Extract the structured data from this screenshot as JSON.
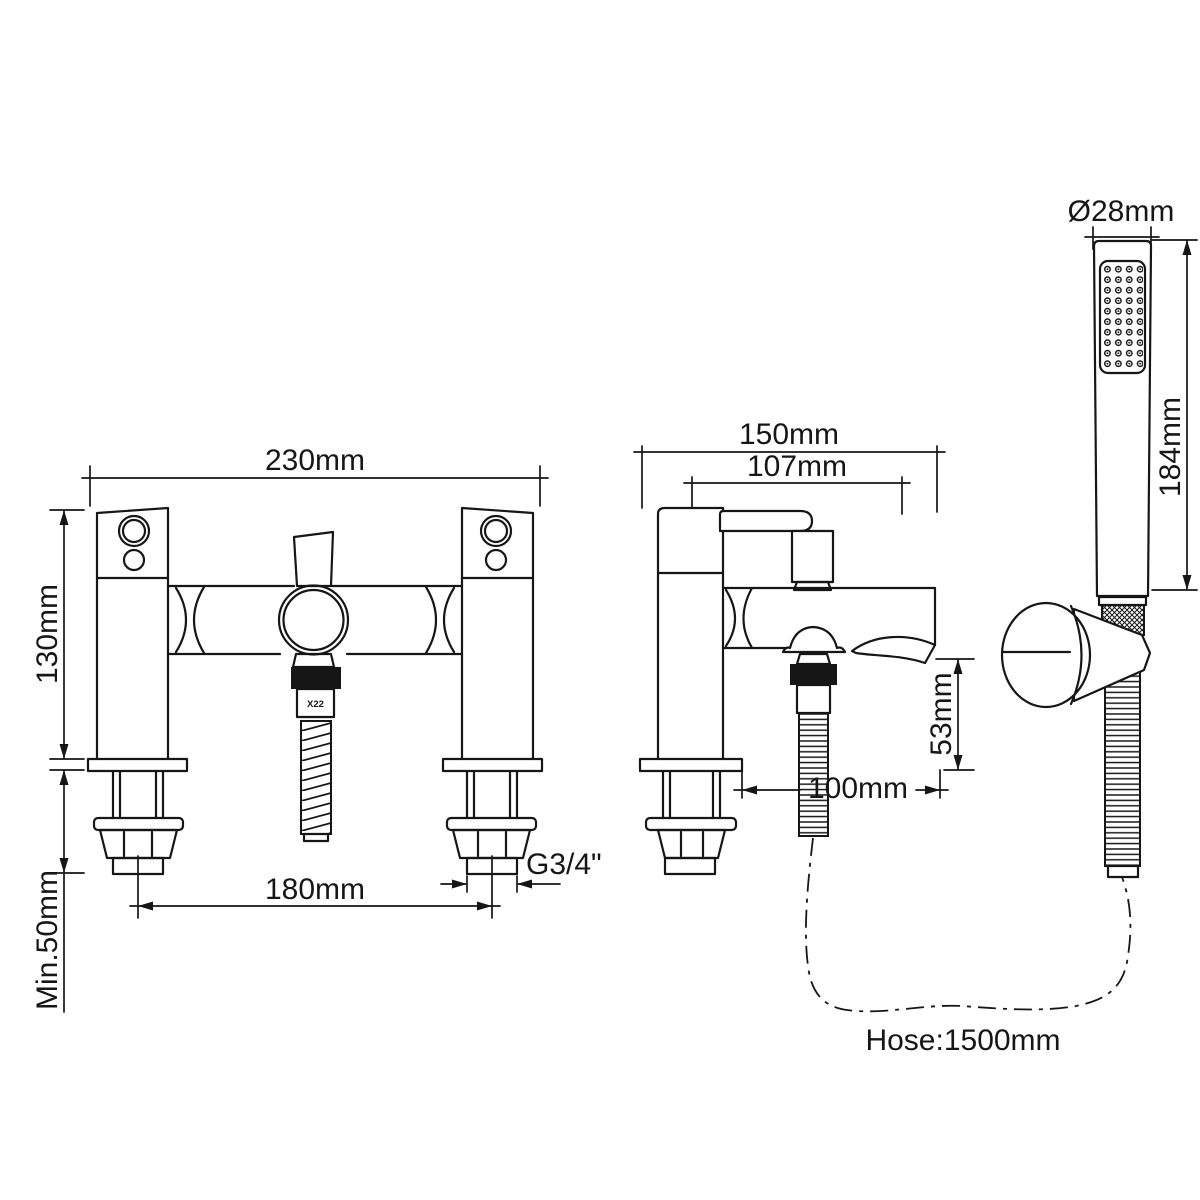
{
  "drawing": {
    "front_view": {
      "overall_width": "230mm",
      "body_height": "130mm",
      "min_deck_thickness": "Min.50mm",
      "inlet_centres": "180mm",
      "inlet_thread": "G3/4\"",
      "hose_connector_code": "X22"
    },
    "side_view": {
      "overall_depth": "150mm",
      "handle_projection": "107mm",
      "spout_drop": "53mm",
      "spout_projection": "100mm"
    },
    "handset": {
      "head_diameter": "Ø28mm",
      "handset_length": "184mm"
    },
    "hose": {
      "length_label": "Hose:1500mm"
    },
    "colors": {
      "line": "#161616",
      "background": "#ffffff"
    }
  }
}
